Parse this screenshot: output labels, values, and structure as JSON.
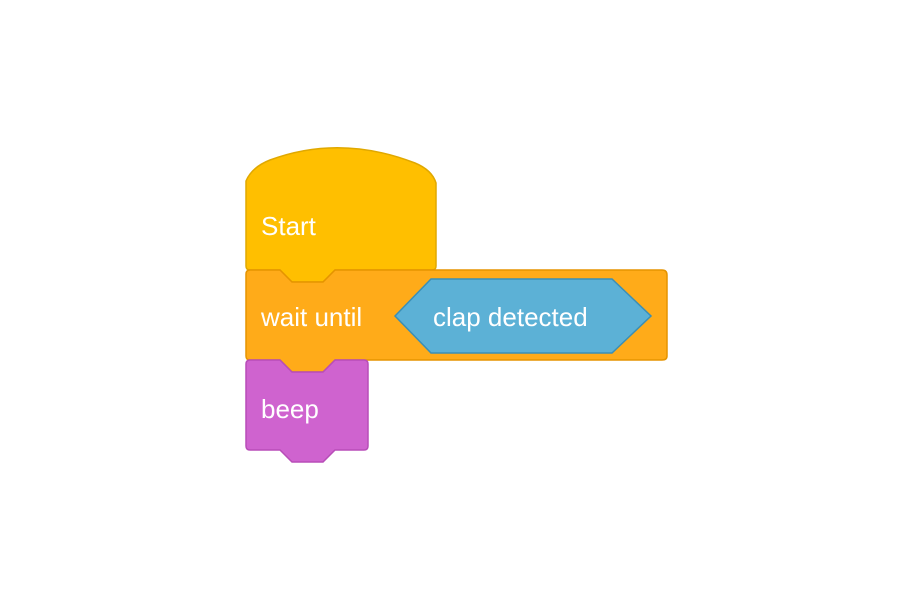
{
  "blocks": {
    "start": {
      "label": "Start",
      "color": "#FFBF00",
      "stroke": "#E0A800"
    },
    "wait_until": {
      "label": "wait until",
      "color": "#FFAB19",
      "stroke": "#E59400",
      "condition": {
        "label": "clap detected",
        "color": "#5CB1D6",
        "stroke": "#3B8FB5"
      }
    },
    "beep": {
      "label": "beep",
      "color": "#CF63CF",
      "stroke": "#B84DB8"
    }
  }
}
